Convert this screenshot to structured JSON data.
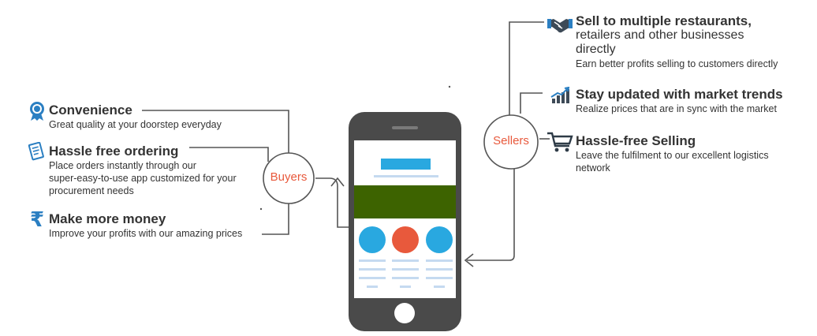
{
  "buyers": {
    "circle_label": "Buyers",
    "items": [
      {
        "icon": "badge-icon",
        "title": "Convenience",
        "desc_lines": [
          "Great quality at your doorstep everyday"
        ]
      },
      {
        "icon": "order-document-icon",
        "title": "Hassle free ordering",
        "desc_lines": [
          "Place orders instantly through our",
          "super-easy-to-use app customized for your",
          "procurement needs"
        ]
      },
      {
        "icon": "rupee-icon",
        "title": "Make more money",
        "desc_lines": [
          "Improve your profits with our amazing prices"
        ]
      }
    ]
  },
  "sellers": {
    "circle_label": "Sellers",
    "items": [
      {
        "icon": "handshake-icon",
        "title": "Sell to multiple restaurants,",
        "title_cont": [
          "retailers and other businesses",
          "directly"
        ],
        "desc_lines": [
          "Earn better profits selling to customers directly"
        ]
      },
      {
        "icon": "trend-chart-icon",
        "title": "Stay updated with market trends",
        "desc_lines": [
          "Realize prices that are in sync with the market"
        ]
      },
      {
        "icon": "shopping-cart-icon",
        "title": "Hassle-free Selling",
        "desc_lines": [
          "Leave the fulfilment to our excellent logistics",
          "network"
        ]
      }
    ]
  },
  "colors": {
    "phone_body": "#4a4a4a",
    "accent_blue": "#29a8e0",
    "accent_red": "#e8593c",
    "banner_green": "#3d6300",
    "line_light_blue": "#c5daf0",
    "connector": "#555555",
    "label_orange": "#e8593c"
  }
}
